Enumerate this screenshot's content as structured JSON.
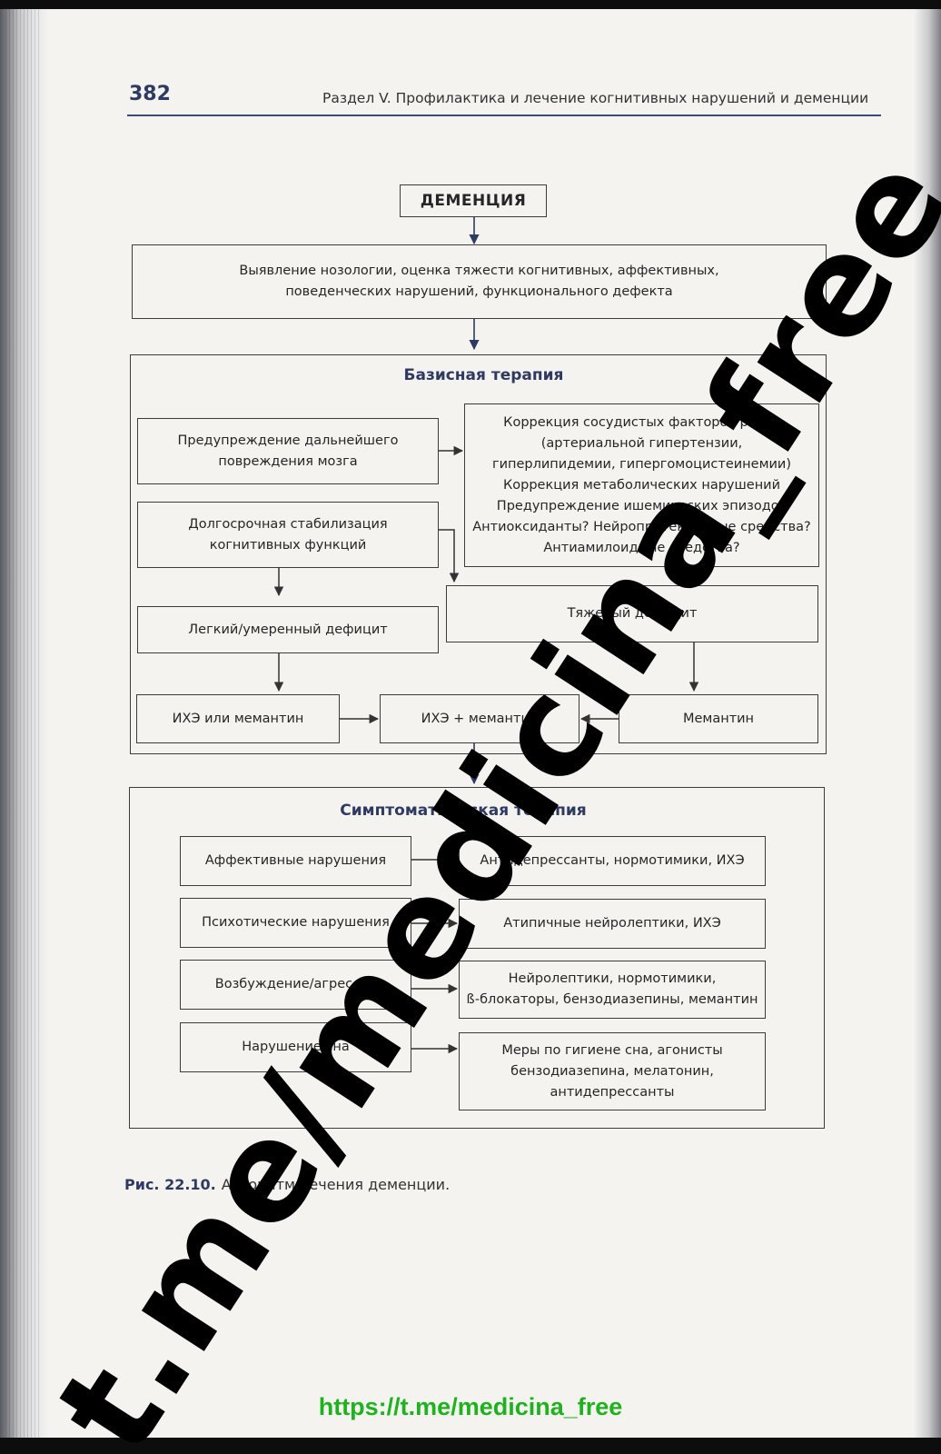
{
  "header": {
    "page_number": "382",
    "running_head": "Раздел V. Профилактика и лечение когнитивных нарушений и деменции"
  },
  "diagram": {
    "title": "ДЕМЕНЦИЯ",
    "assessment": [
      "Выявление нозологии, оценка тяжести когнитивных, аффективных,",
      "поведенческих нарушений, функционального дефекта"
    ],
    "basic_therapy": {
      "title": "Базисная терапия",
      "prevent_damage": [
        "Предупреждение дальнейшего",
        "повреждения мозга"
      ],
      "long_term": [
        "Долгосрочная стабилизация",
        "когнитивных функций"
      ],
      "correction": [
        "Коррекция сосудистых факторов риска",
        "(артериальной гипертензии,",
        "гиперлипидемии, гипергомоцистеинемии)",
        "Коррекция метаболических нарушений",
        "Предупреждение ишемических эпизодов",
        "Антиоксиданты? Нейропротекторные средства?",
        "Антиамилоидные средства?"
      ],
      "mild_deficit": "Легкий/умеренный дефицит",
      "severe_deficit": "Тяжелый дефицит",
      "ache_or_memantine": "ИХЭ или мемантин",
      "ache_plus_memantine": "ИХЭ + мемантин",
      "memantine": "Мемантин"
    },
    "symptomatic_therapy": {
      "title": "Симптоматическая терапия",
      "rows": [
        {
          "problem": [
            "Аффективные нарушения"
          ],
          "treatment": [
            "Антидепрессанты, нормотимики, ИХЭ"
          ]
        },
        {
          "problem": [
            "Психотические нарушения"
          ],
          "treatment": [
            "Атипичные нейролептики, ИХЭ"
          ]
        },
        {
          "problem": [
            "Возбуждение/агрессия"
          ],
          "treatment": [
            "Нейролептики, нормотимики,",
            "ß-блокаторы, бензодиазепины, мемантин"
          ]
        },
        {
          "problem": [
            "Нарушение сна"
          ],
          "treatment": [
            "Меры по гигиене сна, агонисты",
            "бензодиазепина, мелатонин,",
            "антидепрессанты"
          ]
        }
      ]
    }
  },
  "caption": {
    "label": "Рис. 22.10.",
    "text": "Алгоритм лечения деменции."
  },
  "watermark": "t.me/medicina_free",
  "footer_link": "https://t.me/medicina_free",
  "colors": {
    "accent": "#2f3a63",
    "arrow": "#2f3a63",
    "link": "#1fb21f"
  }
}
